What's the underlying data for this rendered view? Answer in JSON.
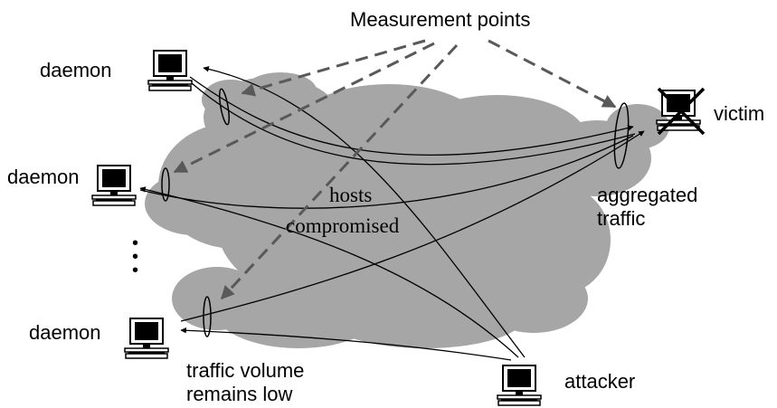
{
  "labels": {
    "measurement_points": "Measurement points",
    "daemon_top": "daemon",
    "daemon_mid": "daemon",
    "daemon_bottom": "daemon",
    "victim": "victim",
    "attacker": "attacker",
    "aggregated_traffic_line1": "aggregated",
    "aggregated_traffic_line2": "traffic",
    "hosts": "hosts",
    "compromised": "compromised",
    "traffic_volume_line1": "traffic volume",
    "traffic_volume_line2": "remains low",
    "ellipsis": "•\n•\n•"
  },
  "colors": {
    "cloud": "#a6a6a6",
    "dashed_arrow": "#595959",
    "line": "#000000"
  },
  "icons": [
    "computer-icon",
    "crossed-computer-icon"
  ]
}
